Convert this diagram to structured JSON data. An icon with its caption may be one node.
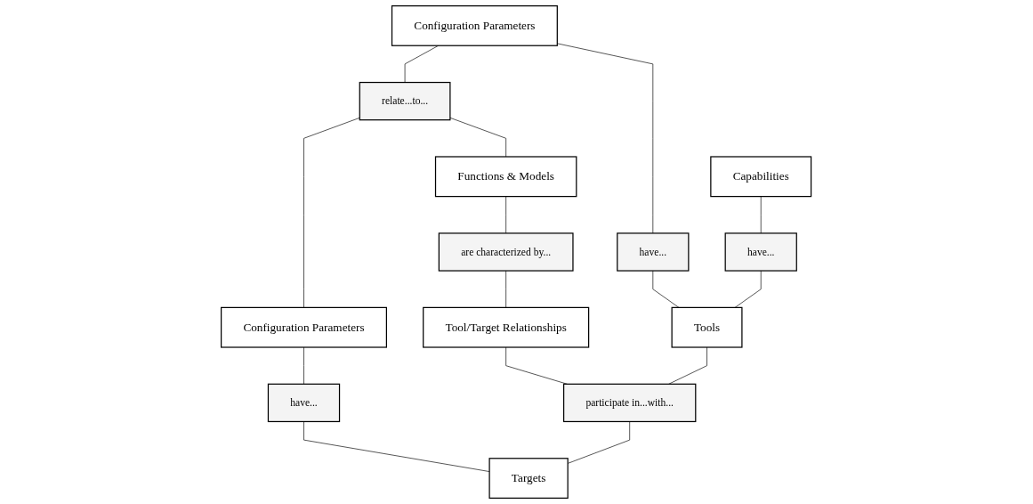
{
  "diagram": {
    "nodes": [
      {
        "text": [
          "Configuration Parameters"
        ]
      },
      {
        "text": [
          "relate...to..."
        ]
      },
      {
        "text": [
          "Configuration Parameters"
        ]
      },
      {
        "text": [
          "Functions & Models"
        ]
      },
      {
        "text": [
          "have..."
        ]
      },
      {
        "text": [
          "are characterized by..."
        ]
      },
      {
        "text": [
          "have..."
        ]
      },
      {
        "text": [
          "Tool/Target Relationships"
        ]
      },
      {
        "text": [
          "Capabilities"
        ]
      },
      {
        "text": [
          "have..."
        ]
      },
      {
        "text": [
          "Tools"
        ]
      },
      {
        "text": [
          "participate in...with..."
        ]
      },
      {
        "text": [
          "Targets"
        ]
      }
    ],
    "edges": [
      {
        "from": 0,
        "to": 1,
        "arrow": "none"
      },
      {
        "from": 1,
        "to": 2,
        "arrow": "none"
      },
      {
        "from": 1,
        "to": 3,
        "arrow": "none"
      },
      {
        "from": 0,
        "to": 4,
        "arrow": "none"
      },
      {
        "from": 4,
        "to": 10,
        "arrow": "none"
      },
      {
        "from": 3,
        "to": 5,
        "arrow": "none"
      },
      {
        "from": 5,
        "to": 7,
        "arrow": "none"
      },
      {
        "from": 2,
        "to": 6,
        "arrow": "none"
      },
      {
        "from": 6,
        "to": 12,
        "arrow": "none"
      },
      {
        "from": 7,
        "to": 11,
        "arrow": "none"
      },
      {
        "from": 8,
        "to": 9,
        "arrow": "none"
      },
      {
        "from": 9,
        "to": 10,
        "arrow": "none"
      },
      {
        "from": 10,
        "to": 11,
        "arrow": "none"
      },
      {
        "from": 11,
        "to": 12,
        "arrow": "none"
      }
    ]
  }
}
